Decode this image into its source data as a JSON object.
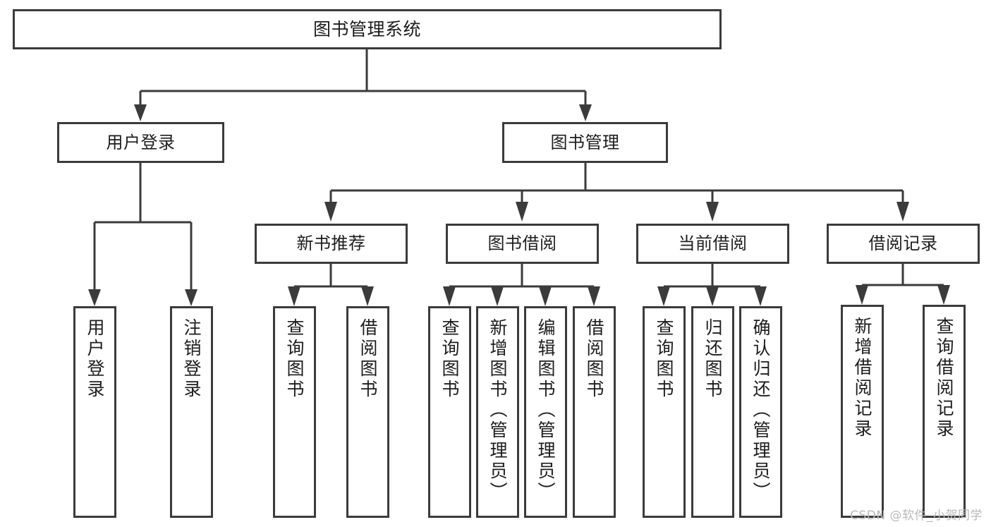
{
  "diagram": {
    "title": "图书管理系统",
    "type": "tree",
    "background": "#ffffff",
    "line_color": "#3b3b3b",
    "text_color": "#1d1d1d"
  },
  "nodes": {
    "root": {
      "label": "图书管理系统"
    },
    "level1": [
      {
        "id": "user-login",
        "label": "用户登录"
      },
      {
        "id": "book-manage",
        "label": "图书管理"
      }
    ],
    "level2": [
      {
        "id": "new-book-recommend",
        "label": "新书推荐"
      },
      {
        "id": "book-borrow",
        "label": "图书借阅"
      },
      {
        "id": "current-borrow",
        "label": "当前借阅"
      },
      {
        "id": "borrow-record",
        "label": "借阅记录"
      }
    ],
    "leaves": {
      "user_login": [
        {
          "id": "leaf-user-login",
          "label": "用户登录"
        },
        {
          "id": "leaf-logout-login",
          "label": "注销登录"
        }
      ],
      "new_book_recommend": [
        {
          "id": "leaf-query-book-1",
          "label": "查询图书"
        },
        {
          "id": "leaf-borrow-book-1",
          "label": "借阅图书"
        }
      ],
      "book_borrow": [
        {
          "id": "leaf-query-book-2",
          "label": "查询图书"
        },
        {
          "id": "leaf-add-book",
          "label": "新增图书（管理员）"
        },
        {
          "id": "leaf-edit-book",
          "label": "编辑图书（管理员）"
        },
        {
          "id": "leaf-borrow-book-2",
          "label": "借阅图书"
        }
      ],
      "current_borrow": [
        {
          "id": "leaf-query-book-3",
          "label": "查询图书"
        },
        {
          "id": "leaf-return-book",
          "label": "归还图书"
        },
        {
          "id": "leaf-confirm-return",
          "label": "确认归还（管理员）"
        }
      ],
      "borrow_record": [
        {
          "id": "leaf-add-record",
          "label": "新增借阅记录"
        },
        {
          "id": "leaf-query-record",
          "label": "查询借阅记录"
        }
      ]
    }
  },
  "watermark": {
    "text": "CSDN @软件_小贺同学"
  }
}
